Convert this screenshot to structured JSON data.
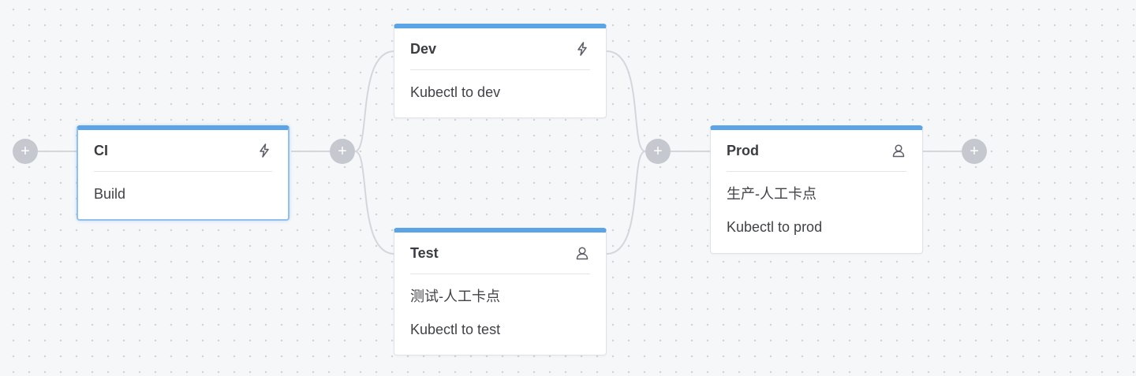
{
  "pipeline": {
    "add_label": "+",
    "stages": [
      {
        "id": "ci",
        "title": "CI",
        "trigger_icon": "lightning-icon",
        "tasks": [
          "Build"
        ]
      },
      {
        "id": "dev",
        "title": "Dev",
        "trigger_icon": "lightning-icon",
        "tasks": [
          "Kubectl to dev"
        ]
      },
      {
        "id": "test",
        "title": "Test",
        "trigger_icon": "user-icon",
        "tasks": [
          "测试-人工卡点",
          "Kubectl to test"
        ]
      },
      {
        "id": "prod",
        "title": "Prod",
        "trigger_icon": "user-icon",
        "tasks": [
          "生产-人工卡点",
          "Kubectl to prod"
        ]
      }
    ]
  },
  "colors": {
    "accent": "#5ba4e6",
    "connector": "#d3d6dc",
    "add_button": "#c5c8cf",
    "background": "#f6f7f9"
  }
}
